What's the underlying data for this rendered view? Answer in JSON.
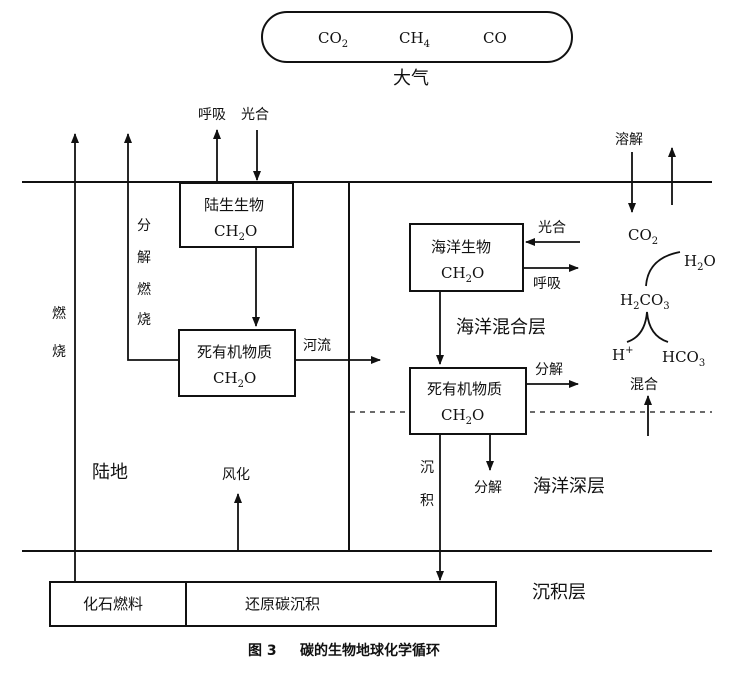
{
  "atmosphere": {
    "gases": [
      "CO",
      "CH",
      "CO"
    ],
    "gas_subscripts": [
      "2",
      "4",
      ""
    ],
    "label": "大气"
  },
  "land": {
    "label": "陆地",
    "respiration": "呼吸",
    "photosynthesis": "光合",
    "organism_title": "陆生生物",
    "organism_formula": "CH",
    "organism_sub": "2",
    "organism_formula_tail": "O",
    "dead_title": "死有机物质",
    "dead_formula": "CH",
    "dead_sub": "2",
    "dead_formula_tail": "O",
    "decompose_burn": [
      "分",
      "解",
      "燃",
      "烧"
    ],
    "burn": [
      "燃",
      "烧"
    ],
    "river": "河流",
    "weathering": "风化"
  },
  "ocean": {
    "dissolve": "溶解",
    "organism_title": "海洋生物",
    "organism_formula": "CH",
    "organism_sub": "2",
    "organism_formula_tail": "O",
    "photosynthesis": "光合",
    "respiration": "呼吸",
    "mixed_layer": "海洋混合层",
    "dead_title": "死有机物质",
    "dead_formula": "CH",
    "dead_sub": "2",
    "dead_formula_tail": "O",
    "decompose_right": "分解",
    "decompose_down": "分解",
    "deep_layer": "海洋深层",
    "sediment_word": [
      "沉",
      "积"
    ],
    "chem": {
      "co2": "CO",
      "co2_sub": "2",
      "h2o_a": "H",
      "h2o_sub": "2",
      "h2o_b": "O",
      "h2co3_a": "H",
      "h2co3_sub1": "2",
      "h2co3_b": "CO",
      "h2co3_sub2": "3",
      "hplus": "H",
      "hplus_sup": "+",
      "hco3_a": "HCO",
      "hco3_sub": "3",
      "mix": "混合"
    }
  },
  "sediment": {
    "layer_label": "沉积层",
    "fossil_fuel": "化石燃料",
    "reduced_carbon": "还原碳沉积"
  },
  "caption": {
    "number": "图 3",
    "title": "碳的生物地球化学循环"
  }
}
